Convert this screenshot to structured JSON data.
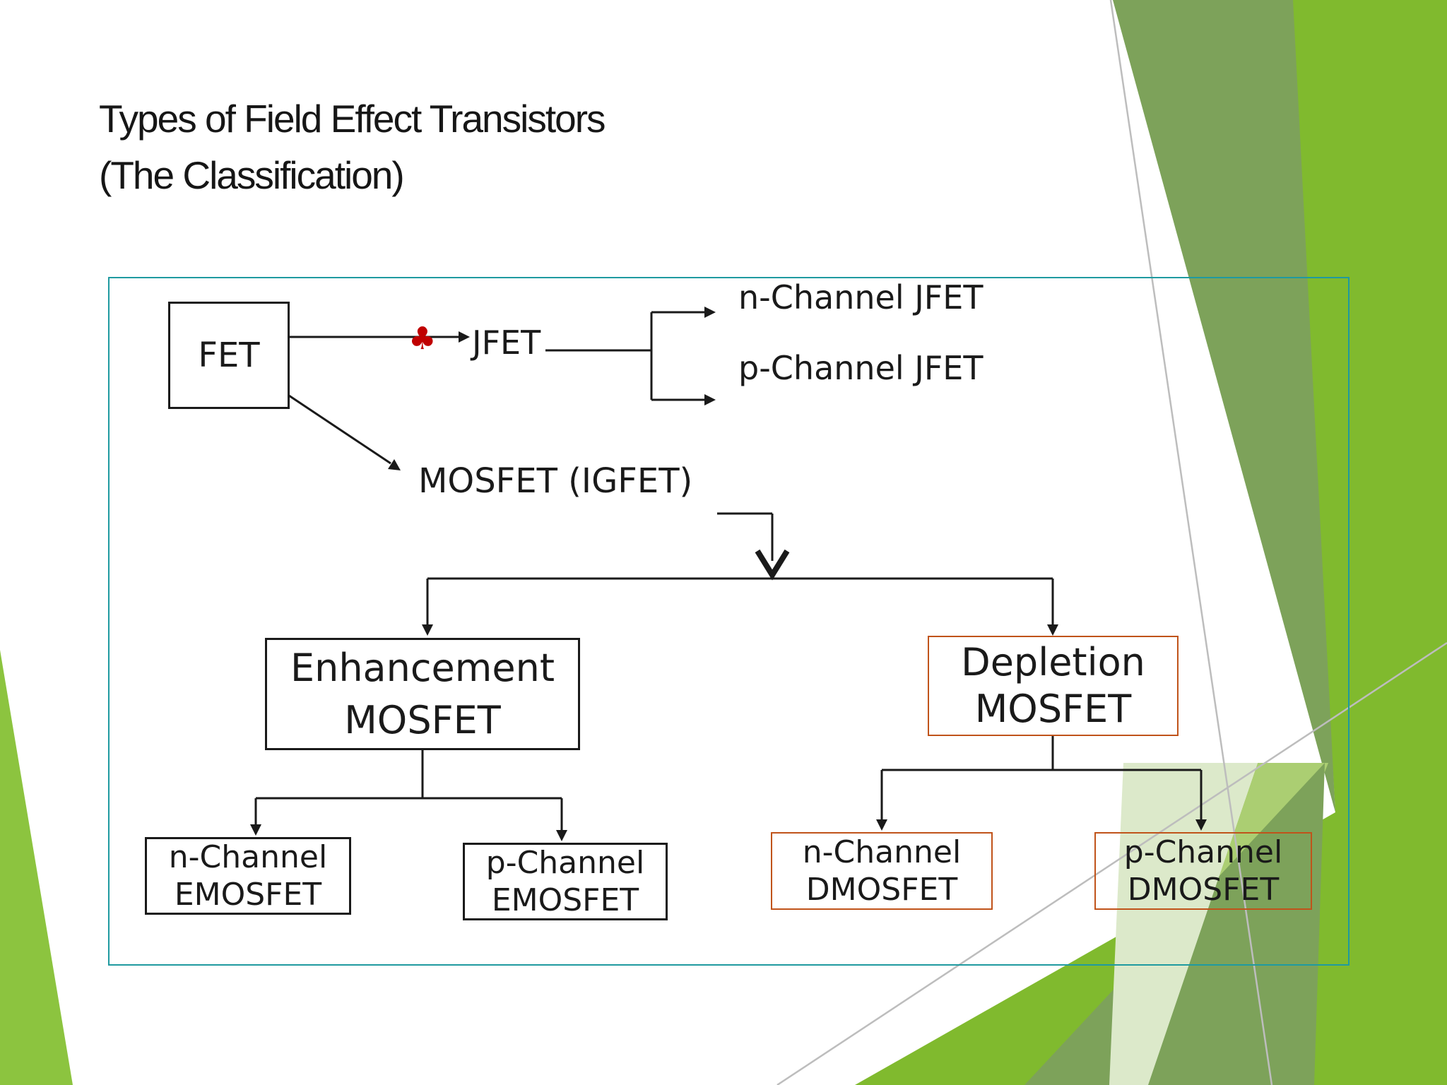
{
  "slide": {
    "title_line1": "Types of Field Effect Transistors",
    "title_line2": "(The Classification)"
  },
  "diagram": {
    "fet": "FET",
    "jfet": "JFET",
    "n_jfet": "n-Channel JFET",
    "p_jfet": "p-Channel JFET",
    "mosfet_igfet": "MOSFET (IGFET)",
    "enhancement": {
      "line1": "Enhancement",
      "line2": "MOSFET"
    },
    "depletion": {
      "line1": "Depletion",
      "line2": "MOSFET"
    },
    "n_emosfet": {
      "line1": "n-Channel",
      "line2": "EMOSFET"
    },
    "p_emosfet": {
      "line1": "p-Channel",
      "line2": "EMOSFET"
    },
    "n_dmosfet": {
      "line1": "n-Channel",
      "line2": "DMOSFET"
    },
    "p_dmosfet": {
      "line1": "p-Channel",
      "line2": "DMOSFET"
    },
    "bullet_symbol": "♣"
  },
  "colors": {
    "container_border": "#1F9AA0",
    "highlight_border": "#C0531A",
    "line": "#1a1a1a",
    "club": "#C00000",
    "green_sage": "#7DA25A",
    "green_bright": "#80BA2E",
    "green_light": "#ABCE72",
    "green_pale": "#DCE9CA",
    "green_lime": "#8CC43F",
    "gray_line": "#BDBDBD"
  }
}
